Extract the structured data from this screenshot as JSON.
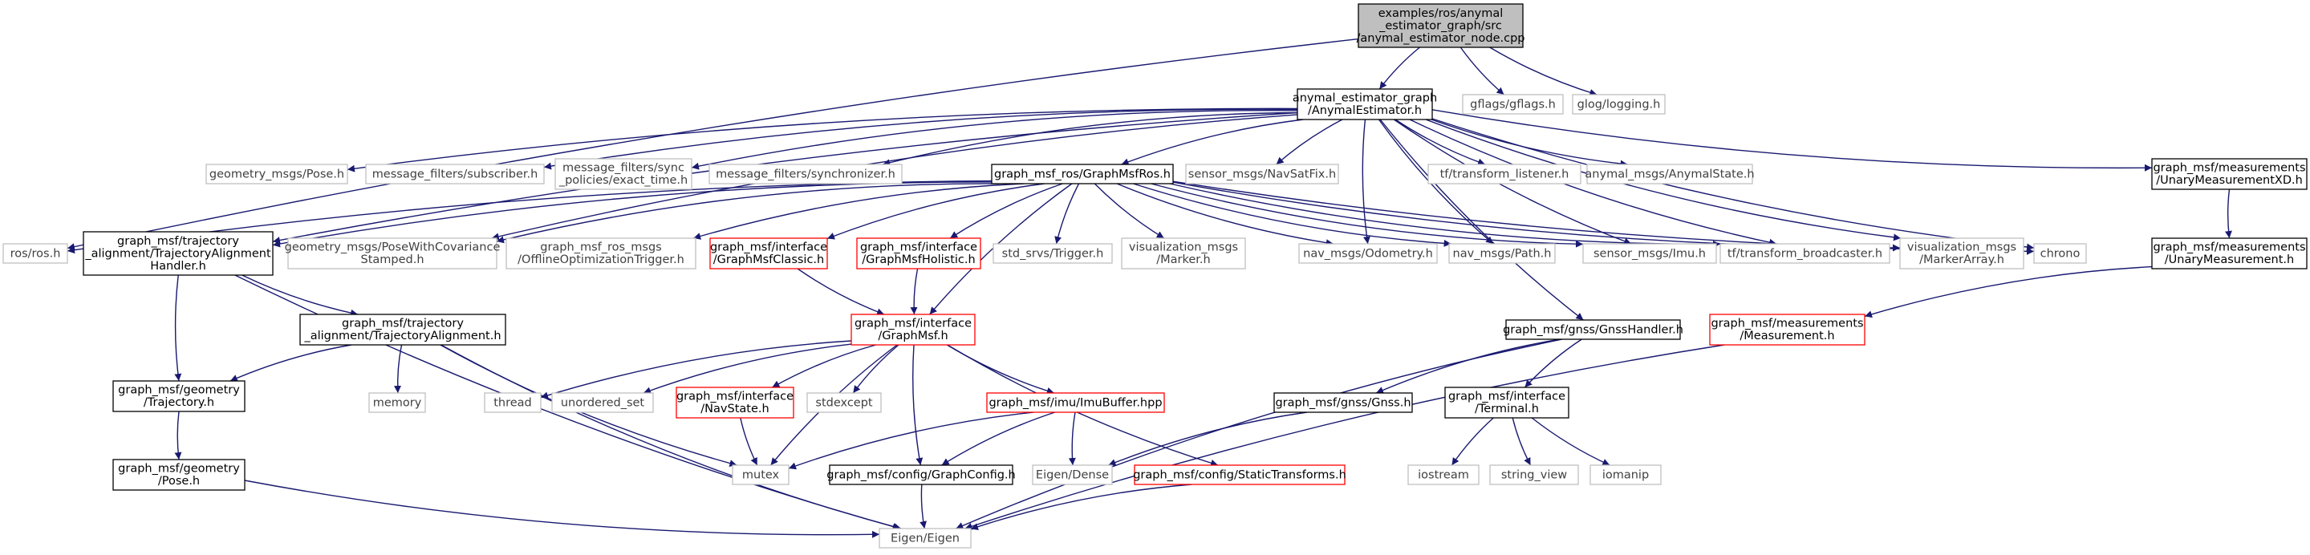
{
  "colors": {
    "edge": "#191970",
    "root_fill": "#bfbfbf",
    "border_black": "#000000",
    "border_red": "#ff0000",
    "border_gray": "#bfbfbf",
    "text": "#000000",
    "text_gray": "#404040"
  },
  "nodes": [
    {
      "id": "root",
      "lines": [
        "examples/ros/anymal",
        "_estimator_graph/src",
        "/anymal_estimator_node.cpp"
      ],
      "style": "root"
    },
    {
      "id": "estimator",
      "lines": [
        "anymal_estimator_graph",
        "/AnymalEstimator.h"
      ],
      "style": "black"
    },
    {
      "id": "gflags",
      "lines": [
        "gflags/gflags.h"
      ],
      "style": "gray"
    },
    {
      "id": "glog",
      "lines": [
        "glog/logging.h"
      ],
      "style": "gray"
    },
    {
      "id": "geometry_pose",
      "lines": [
        "geometry_msgs/Pose.h"
      ],
      "style": "gray"
    },
    {
      "id": "mf_subscriber",
      "lines": [
        "message_filters/subscriber.h"
      ],
      "style": "gray"
    },
    {
      "id": "mf_sync_pol",
      "lines": [
        "message_filters/sync",
        "_policies/exact_time.h"
      ],
      "style": "gray"
    },
    {
      "id": "mf_sync",
      "lines": [
        "message_filters/synchronizer.h"
      ],
      "style": "gray"
    },
    {
      "id": "graphmsfros",
      "lines": [
        "graph_msf_ros/GraphMsfRos.h"
      ],
      "style": "black"
    },
    {
      "id": "navsatfix",
      "lines": [
        "sensor_msgs/NavSatFix.h"
      ],
      "style": "gray"
    },
    {
      "id": "tf_listener",
      "lines": [
        "tf/transform_listener.h"
      ],
      "style": "gray"
    },
    {
      "id": "anymal_state",
      "lines": [
        "anymal_msgs/AnymalState.h"
      ],
      "style": "gray"
    },
    {
      "id": "unary_xd",
      "lines": [
        "graph_msf/measurements",
        "/UnaryMeasurementXD.h"
      ],
      "style": "black"
    },
    {
      "id": "rosh",
      "lines": [
        "ros/ros.h"
      ],
      "style": "gray"
    },
    {
      "id": "traj_align_handler",
      "lines": [
        "graph_msf/trajectory",
        "_alignment/TrajectoryAlignment",
        "Handler.h"
      ],
      "style": "black"
    },
    {
      "id": "pose_cov",
      "lines": [
        "geometry_msgs/PoseWithCovariance",
        "Stamped.h"
      ],
      "style": "gray"
    },
    {
      "id": "offline_trigger",
      "lines": [
        "graph_msf_ros_msgs",
        "/OfflineOptimizationTrigger.h"
      ],
      "style": "gray"
    },
    {
      "id": "msf_classic",
      "lines": [
        "graph_msf/interface",
        "/GraphMsfClassic.h"
      ],
      "style": "red"
    },
    {
      "id": "msf_holistic",
      "lines": [
        "graph_msf/interface",
        "/GraphMsfHolistic.h"
      ],
      "style": "red"
    },
    {
      "id": "trigger",
      "lines": [
        "std_srvs/Trigger.h"
      ],
      "style": "gray"
    },
    {
      "id": "vis_marker",
      "lines": [
        "visualization_msgs",
        "/Marker.h"
      ],
      "style": "gray"
    },
    {
      "id": "odometry",
      "lines": [
        "nav_msgs/Odometry.h"
      ],
      "style": "gray"
    },
    {
      "id": "path",
      "lines": [
        "nav_msgs/Path.h"
      ],
      "style": "gray"
    },
    {
      "id": "imu",
      "lines": [
        "sensor_msgs/Imu.h"
      ],
      "style": "gray"
    },
    {
      "id": "tf_broadcaster",
      "lines": [
        "tf/transform_broadcaster.h"
      ],
      "style": "gray"
    },
    {
      "id": "marker_array",
      "lines": [
        "visualization_msgs",
        "/MarkerArray.h"
      ],
      "style": "gray"
    },
    {
      "id": "chrono",
      "lines": [
        "chrono"
      ],
      "style": "gray"
    },
    {
      "id": "unary",
      "lines": [
        "graph_msf/measurements",
        "/UnaryMeasurement.h"
      ],
      "style": "black"
    },
    {
      "id": "traj_align",
      "lines": [
        "graph_msf/trajectory",
        "_alignment/TrajectoryAlignment.h"
      ],
      "style": "black"
    },
    {
      "id": "graphmsf",
      "lines": [
        "graph_msf/interface",
        "/GraphMsf.h"
      ],
      "style": "red"
    },
    {
      "id": "gnss_handler",
      "lines": [
        "graph_msf/gnss/GnssHandler.h"
      ],
      "style": "black"
    },
    {
      "id": "measurement",
      "lines": [
        "graph_msf/measurements",
        "/Measurement.h"
      ],
      "style": "red"
    },
    {
      "id": "trajectory",
      "lines": [
        "graph_msf/geometry",
        "/Trajectory.h"
      ],
      "style": "black"
    },
    {
      "id": "memory",
      "lines": [
        "memory"
      ],
      "style": "gray"
    },
    {
      "id": "thread",
      "lines": [
        "thread"
      ],
      "style": "gray"
    },
    {
      "id": "unordered_set",
      "lines": [
        "unordered_set"
      ],
      "style": "gray"
    },
    {
      "id": "navstate",
      "lines": [
        "graph_msf/interface",
        "/NavState.h"
      ],
      "style": "red"
    },
    {
      "id": "stdexcept",
      "lines": [
        "stdexcept"
      ],
      "style": "gray"
    },
    {
      "id": "imubuffer",
      "lines": [
        "graph_msf/imu/ImuBuffer.hpp"
      ],
      "style": "red"
    },
    {
      "id": "gnss",
      "lines": [
        "graph_msf/gnss/Gnss.h"
      ],
      "style": "black"
    },
    {
      "id": "terminal",
      "lines": [
        "graph_msf/interface",
        "/Terminal.h"
      ],
      "style": "black"
    },
    {
      "id": "geom_pose",
      "lines": [
        "graph_msf/geometry",
        "/Pose.h"
      ],
      "style": "black"
    },
    {
      "id": "mutex",
      "lines": [
        "mutex"
      ],
      "style": "gray"
    },
    {
      "id": "graphconfig",
      "lines": [
        "graph_msf/config/GraphConfig.h"
      ],
      "style": "black"
    },
    {
      "id": "eigen_dense",
      "lines": [
        "Eigen/Dense"
      ],
      "style": "gray"
    },
    {
      "id": "static_tf",
      "lines": [
        "graph_msf/config/StaticTransforms.h"
      ],
      "style": "red"
    },
    {
      "id": "iostream",
      "lines": [
        "iostream"
      ],
      "style": "gray"
    },
    {
      "id": "string_view",
      "lines": [
        "string_view"
      ],
      "style": "gray"
    },
    {
      "id": "iomanip",
      "lines": [
        "iomanip"
      ],
      "style": "gray"
    },
    {
      "id": "eigen",
      "lines": [
        "Eigen/Eigen"
      ],
      "style": "gray"
    }
  ],
  "edges": [
    [
      "root",
      "estimator"
    ],
    [
      "root",
      "gflags"
    ],
    [
      "root",
      "glog"
    ],
    [
      "root",
      "rosh"
    ],
    [
      "estimator",
      "geometry_pose"
    ],
    [
      "estimator",
      "mf_subscriber"
    ],
    [
      "estimator",
      "mf_sync_pol"
    ],
    [
      "estimator",
      "mf_sync"
    ],
    [
      "estimator",
      "graphmsfros"
    ],
    [
      "estimator",
      "navsatfix"
    ],
    [
      "estimator",
      "tf_listener"
    ],
    [
      "estimator",
      "anymal_state"
    ],
    [
      "estimator",
      "unary_xd"
    ],
    [
      "estimator",
      "traj_align_handler"
    ],
    [
      "estimator",
      "pose_cov"
    ],
    [
      "estimator",
      "odometry"
    ],
    [
      "estimator",
      "path"
    ],
    [
      "estimator",
      "imu"
    ],
    [
      "estimator",
      "tf_broadcaster"
    ],
    [
      "estimator",
      "marker_array"
    ],
    [
      "estimator",
      "chrono"
    ],
    [
      "estimator",
      "gnss_handler"
    ],
    [
      "graphmsfros",
      "rosh"
    ],
    [
      "graphmsfros",
      "traj_align_handler"
    ],
    [
      "graphmsfros",
      "pose_cov"
    ],
    [
      "graphmsfros",
      "offline_trigger"
    ],
    [
      "graphmsfros",
      "msf_classic"
    ],
    [
      "graphmsfros",
      "msf_holistic"
    ],
    [
      "graphmsfros",
      "trigger"
    ],
    [
      "graphmsfros",
      "vis_marker"
    ],
    [
      "graphmsfros",
      "odometry"
    ],
    [
      "graphmsfros",
      "path"
    ],
    [
      "graphmsfros",
      "imu"
    ],
    [
      "graphmsfros",
      "tf_broadcaster"
    ],
    [
      "graphmsfros",
      "marker_array"
    ],
    [
      "graphmsfros",
      "chrono"
    ],
    [
      "graphmsfros",
      "graphmsf"
    ],
    [
      "unary_xd",
      "unary"
    ],
    [
      "unary",
      "measurement"
    ],
    [
      "traj_align_handler",
      "traj_align"
    ],
    [
      "traj_align_handler",
      "trajectory"
    ],
    [
      "traj_align_handler",
      "eigen"
    ],
    [
      "traj_align",
      "trajectory"
    ],
    [
      "traj_align",
      "memory"
    ],
    [
      "traj_align",
      "mutex"
    ],
    [
      "traj_align",
      "eigen"
    ],
    [
      "msf_classic",
      "graphmsf"
    ],
    [
      "msf_holistic",
      "graphmsf"
    ],
    [
      "graphmsf",
      "thread"
    ],
    [
      "graphmsf",
      "unordered_set"
    ],
    [
      "graphmsf",
      "navstate"
    ],
    [
      "graphmsf",
      "stdexcept"
    ],
    [
      "graphmsf",
      "imubuffer"
    ],
    [
      "graphmsf",
      "mutex"
    ],
    [
      "graphmsf",
      "graphconfig"
    ],
    [
      "graphmsf",
      "static_tf"
    ],
    [
      "navstate",
      "mutex"
    ],
    [
      "imubuffer",
      "mutex"
    ],
    [
      "imubuffer",
      "graphconfig"
    ],
    [
      "imubuffer",
      "eigen_dense"
    ],
    [
      "gnss_handler",
      "gnss"
    ],
    [
      "gnss_handler",
      "terminal"
    ],
    [
      "gnss_handler",
      "eigen"
    ],
    [
      "gnss",
      "eigen_dense"
    ],
    [
      "terminal",
      "iostream"
    ],
    [
      "terminal",
      "string_view"
    ],
    [
      "terminal",
      "iomanip"
    ],
    [
      "measurement",
      "eigen"
    ],
    [
      "trajectory",
      "geom_pose"
    ],
    [
      "geom_pose",
      "eigen"
    ],
    [
      "graphconfig",
      "eigen"
    ],
    [
      "static_tf",
      "eigen"
    ]
  ]
}
